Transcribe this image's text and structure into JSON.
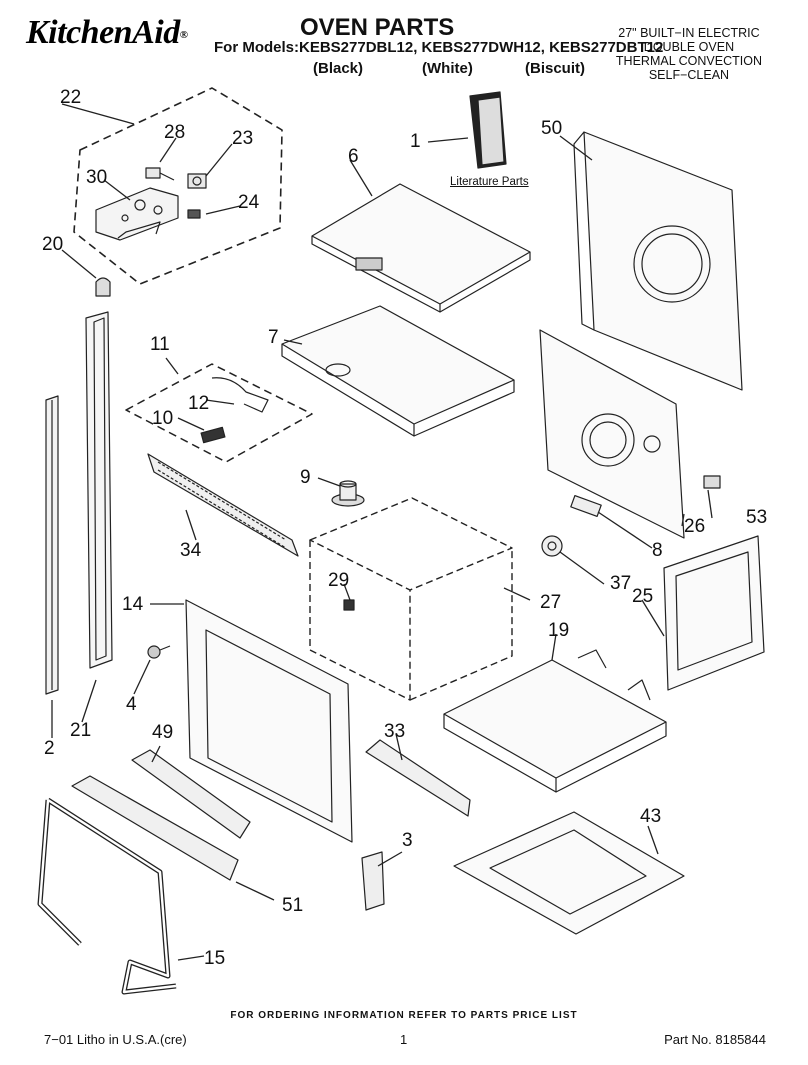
{
  "header": {
    "brand": "KitchenAid",
    "brand_mark": "®",
    "title": "OVEN PARTS",
    "models_line": "For Models:KEBS277DBL12, KEBS277DWH12, KEBS277DBT12",
    "color_black": "(Black)",
    "color_white": "(White)",
    "color_biscuit": "(Biscuit)",
    "spec_lines": [
      "27\" BUILT−IN ELECTRIC",
      "DOUBLE OVEN",
      "THERMAL CONVECTION",
      "SELF−CLEAN"
    ]
  },
  "diagram": {
    "literature_label": "Literature Parts",
    "part_labels": {
      "p1": "1",
      "p2": "2",
      "p3": "3",
      "p4": "4",
      "p6": "6",
      "p7": "7",
      "p8": "8",
      "p9": "9",
      "p10": "10",
      "p11": "11",
      "p12": "12",
      "p14": "14",
      "p15": "15",
      "p19": "19",
      "p20": "20",
      "p21": "21",
      "p22": "22",
      "p23": "23",
      "p24": "24",
      "p25": "25",
      "p26": "26",
      "p27": "27",
      "p28": "28",
      "p29": "29",
      "p30": "30",
      "p33": "33",
      "p34": "34",
      "p37": "37",
      "p43": "43",
      "p49": "49",
      "p50": "50",
      "p51": "51",
      "p53": "53"
    }
  },
  "footer": {
    "ordering_note": "FOR ORDERING INFORMATION REFER TO PARTS PRICE LIST",
    "litho": "7−01 Litho in U.S.A.(cre)",
    "page_number": "1",
    "part_number": "Part No. 8185844"
  }
}
